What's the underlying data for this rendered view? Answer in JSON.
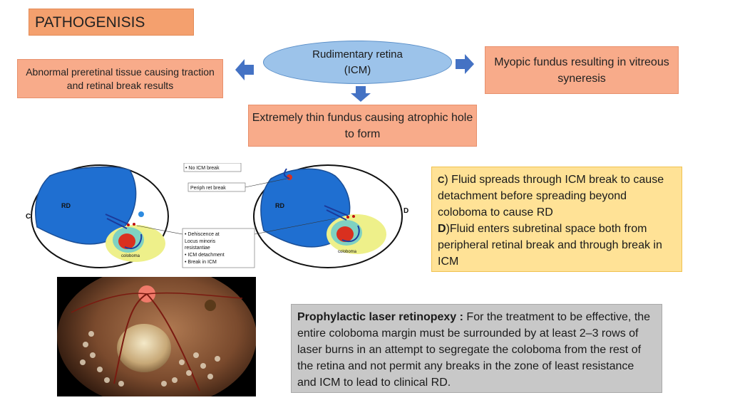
{
  "title": "PATHOGENISIS",
  "center": {
    "line1": "Rudimentary retina",
    "line2": "(ICM)"
  },
  "left_box": {
    "text": "Abnormal preretinal tissue causing traction and retinal break results"
  },
  "right_box": {
    "text": "Myopic fundus resulting in vitreous syneresis"
  },
  "bottom_box": {
    "text": "Extremely thin fundus causing atrophic hole to form"
  },
  "diagram": {
    "label_c": "C",
    "label_d": "D",
    "rd_left": "RD",
    "rd_right": "RD",
    "coloboma_left": "coloboma",
    "coloboma_right": "coloboma",
    "no_icm_break": "• No ICM break",
    "periph_ret_break": "Periph ret break",
    "legend": [
      "• Dehiscence at",
      "  Locus minoris",
      "  resistantiae",
      "• ICM detachment",
      "• Break in ICM"
    ]
  },
  "note_cd": {
    "c_label": "C",
    "c_text": ") Fluid spreads through ICM break to cause detachment before spreading beyond coloboma to cause RD",
    "d_label": "D",
    "d_text": ")Fluid enters subretinal space both from peripheral retinal break and through break in ICM"
  },
  "laser": {
    "label": "Prophylactic laser retinopexy :",
    "text": " For the treatment to be effective, the entire coloboma margin must be surrounded by at least 2–3 rows of laser burns in an attempt to segregate the coloboma from the rest of the retina and not permit any breaks in the zone of least resistance and ICM to lead to clinical RD."
  },
  "colors": {
    "salmon": "#f8ab8a",
    "title": "#f4a06e",
    "ellipse": "#9cc3ea",
    "arrow": "#4472c4",
    "yellow": "#ffe296",
    "gray": "#c8c8c8"
  }
}
